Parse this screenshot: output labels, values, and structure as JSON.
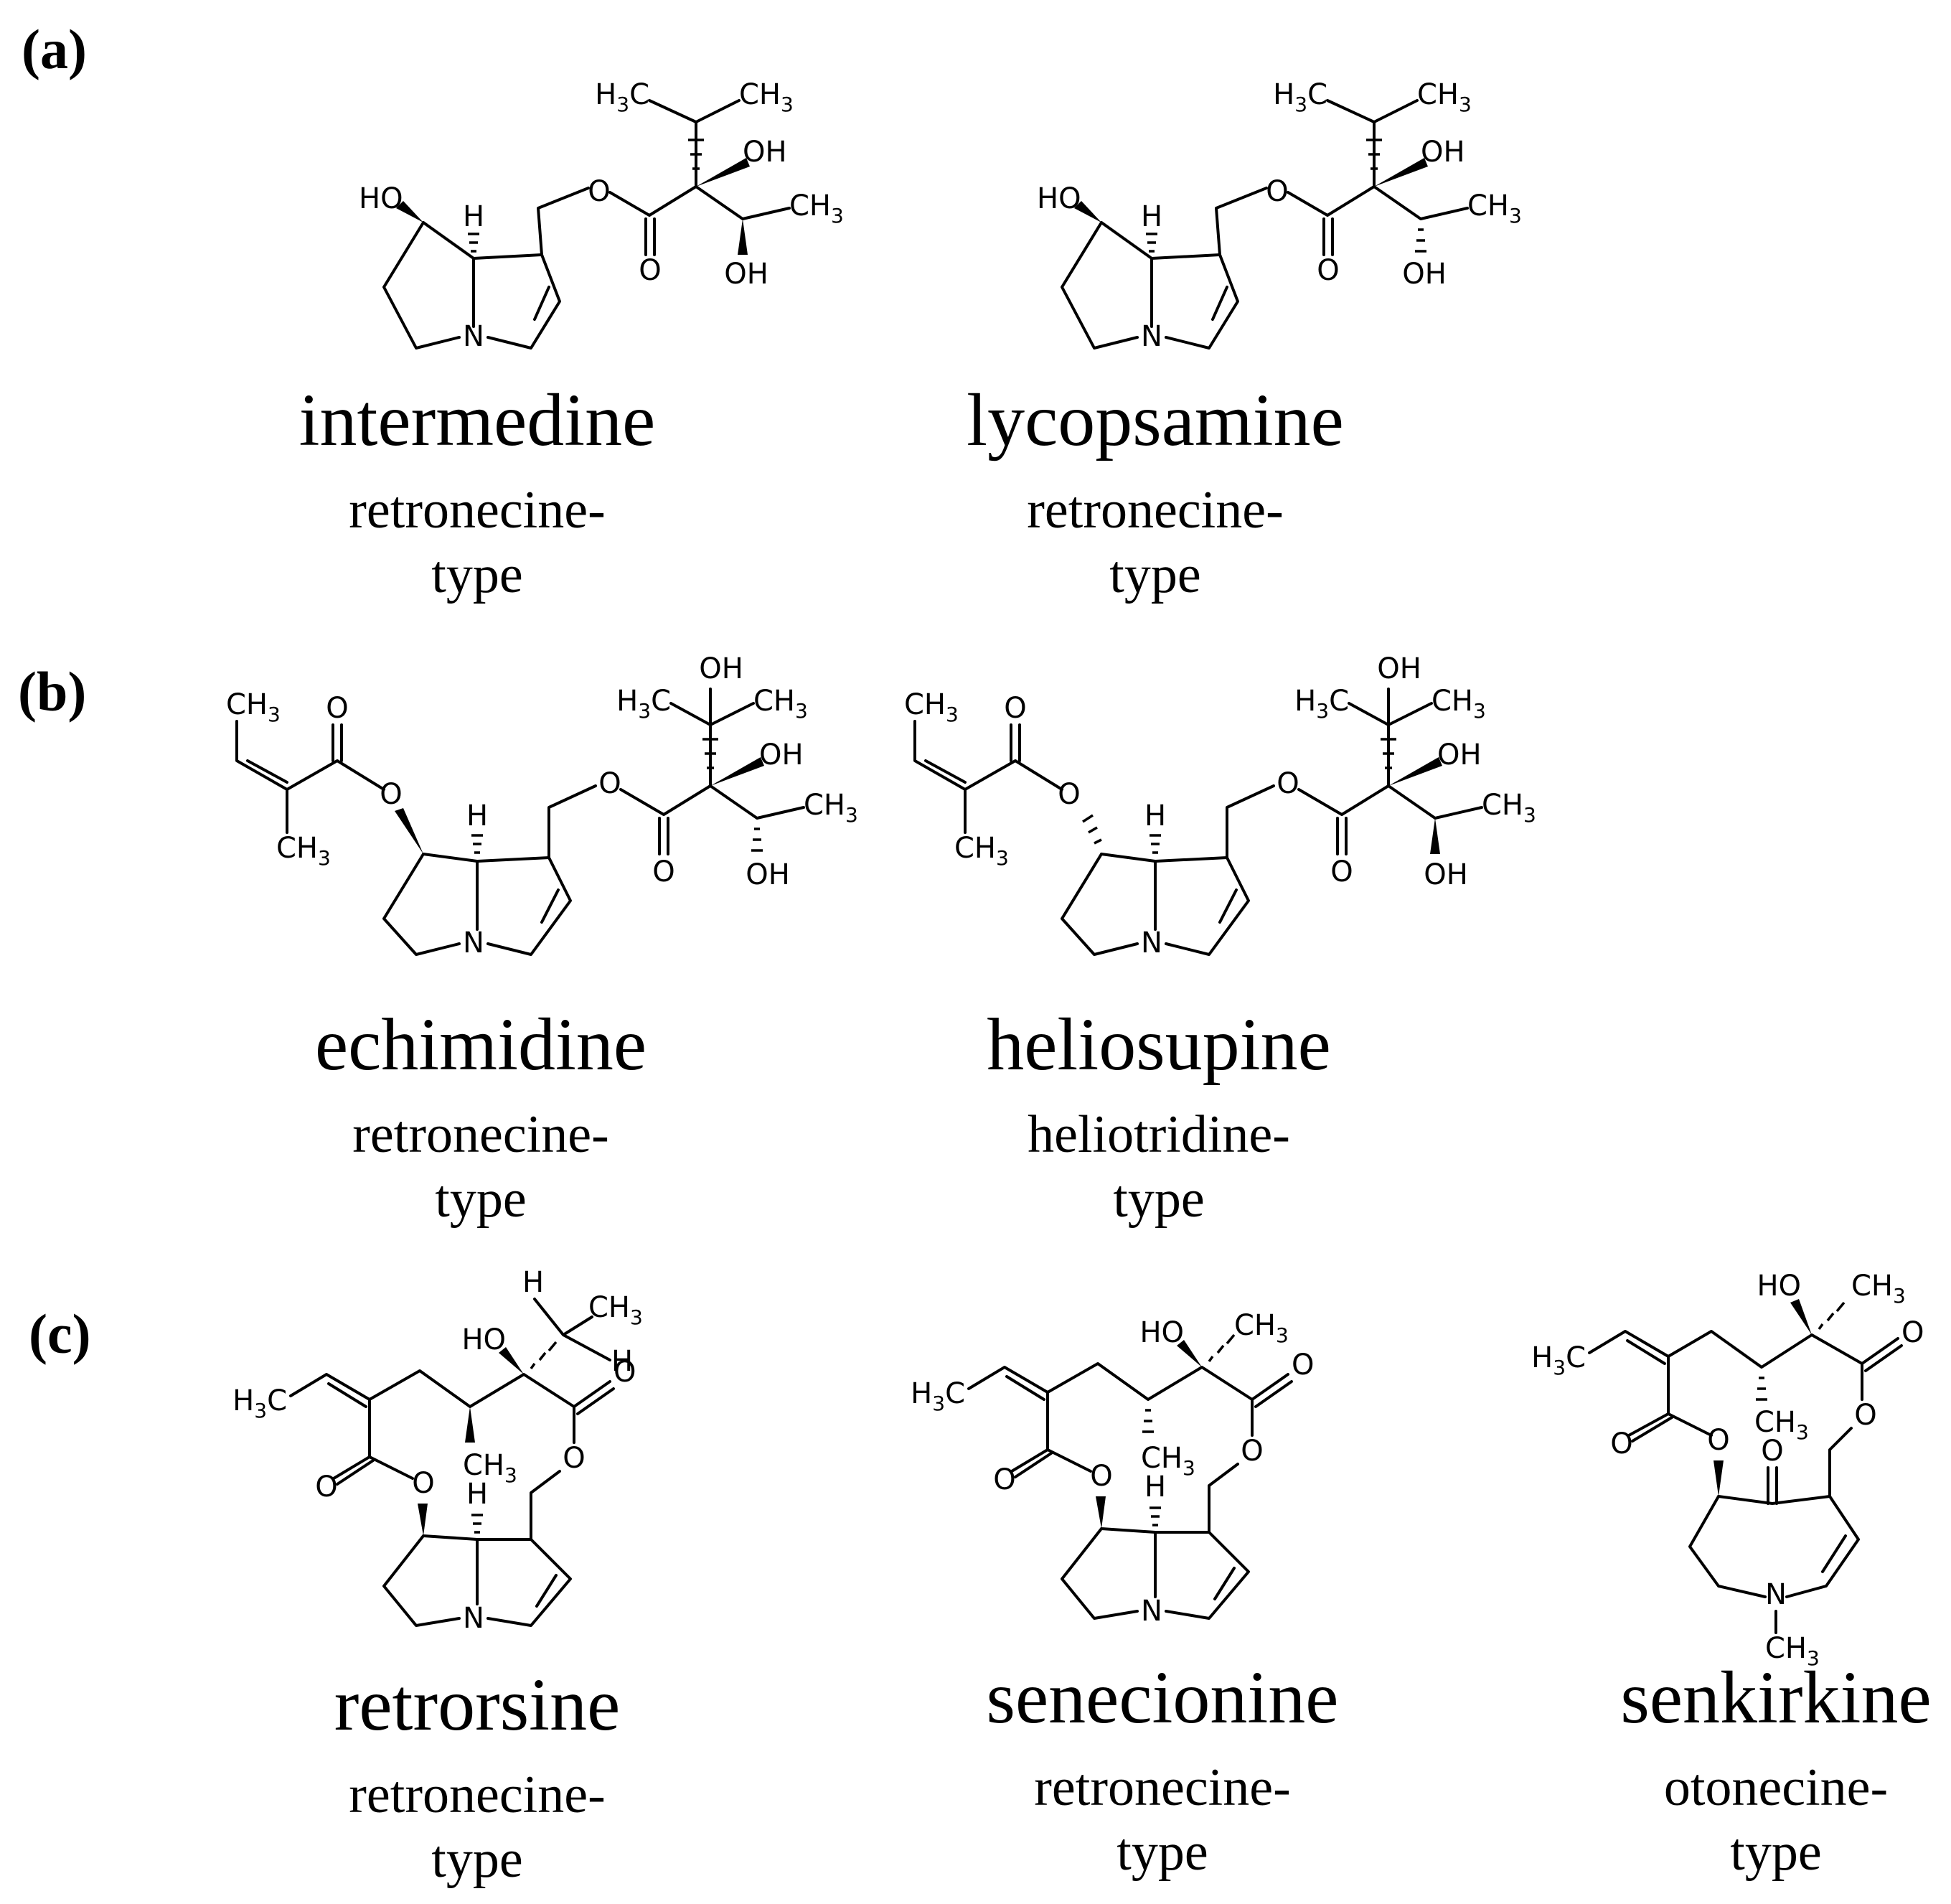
{
  "panels": [
    {
      "label": "(a)"
    },
    {
      "label": "(b)"
    },
    {
      "label": "(c)"
    }
  ],
  "compounds": [
    {
      "name": "intermedine",
      "type_line1": "retronecine-",
      "type_line2": "type"
    },
    {
      "name": "lycopsamine",
      "type_line1": "retronecine-",
      "type_line2": "type"
    },
    {
      "name": "echimidine",
      "type_line1": "retronecine-",
      "type_line2": "type"
    },
    {
      "name": "heliosupine",
      "type_line1": "heliotridine-",
      "type_line2": "type"
    },
    {
      "name": "retrorsine",
      "type_line1": "retronecine-",
      "type_line2": "type"
    },
    {
      "name": "senecionine",
      "type_line1": "retronecine-",
      "type_line2": "type"
    },
    {
      "name": "senkirkine",
      "type_line1": "otonecine-",
      "type_line2": "type"
    }
  ],
  "atoms": {
    "H": "H",
    "HO": "HO",
    "OH": "OH",
    "O": "O",
    "N": "N",
    "CH": "CH",
    "H3C_H": "H",
    "C": "C",
    "sub3": "3"
  }
}
